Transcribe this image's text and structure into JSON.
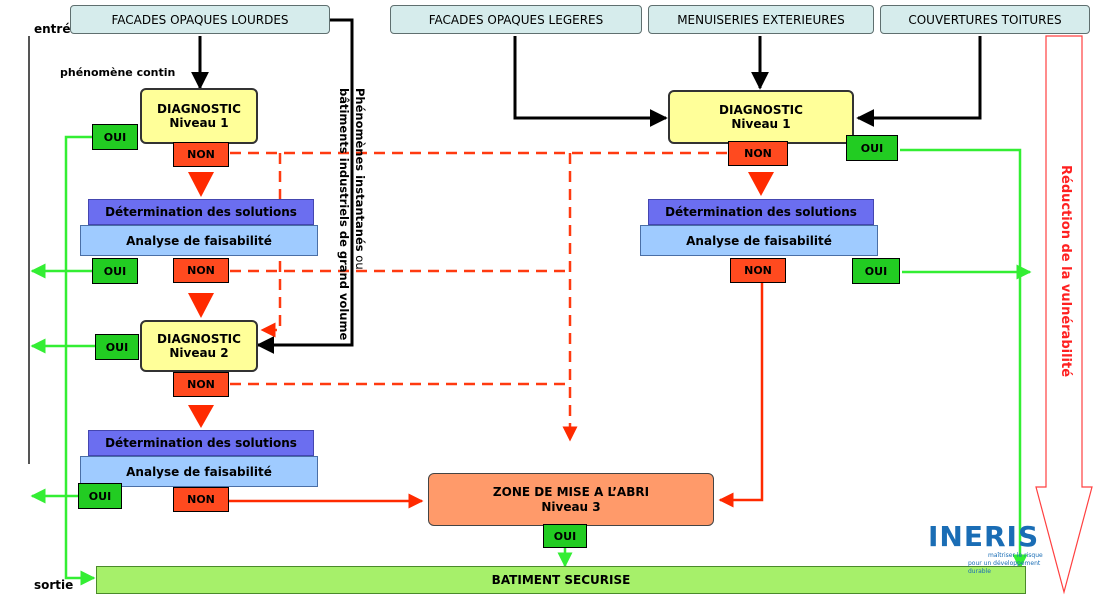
{
  "labels": {
    "entree": "entrée",
    "phenomene_continu": "phénomène contin",
    "sortie": "sortie",
    "vertical_line1_bold": "Phénomènes instantanés",
    "vertical_line1_normal": " ou",
    "vertical_line2": "bâtiments industriels de grand volume",
    "reduction": "Réduction de la vulnérabilité"
  },
  "top_boxes": {
    "facades_lourdes": "FACADES OPAQUES LOURDES",
    "facades_legeres": "FACADES OPAQUES LEGERES",
    "menuiseries": "MENUISERIES EXTERIEURES",
    "couvertures": "COUVERTURES TOITURES"
  },
  "diagnostic": {
    "label": "DIAGNOSTIC",
    "niveau1": "Niveau 1",
    "niveau2": "Niveau 2"
  },
  "solutions": {
    "determination": "Détermination des solutions",
    "analyse": "Analyse de faisabilité"
  },
  "answers": {
    "oui": "OUI",
    "non": "NON"
  },
  "zone": {
    "line1": "ZONE DE MISE A L’ABRI",
    "line2": "Niveau 3"
  },
  "batiment": "BATIMENT SECURISE",
  "logo": {
    "text": "INERIS",
    "tagline1": "maîtriser le risque",
    "tagline2": "pour un développement durable"
  },
  "colors": {
    "diagnostic": "#ffff99",
    "determination": "#6b6ef0",
    "analyse": "#9fcbff",
    "oui": "#22cc22",
    "non": "#ff4a1f",
    "zone": "#ff9a6a",
    "batiment": "#a6f06a",
    "red_arrow": "#ff2a00",
    "green_arrow": "#33ee33"
  }
}
